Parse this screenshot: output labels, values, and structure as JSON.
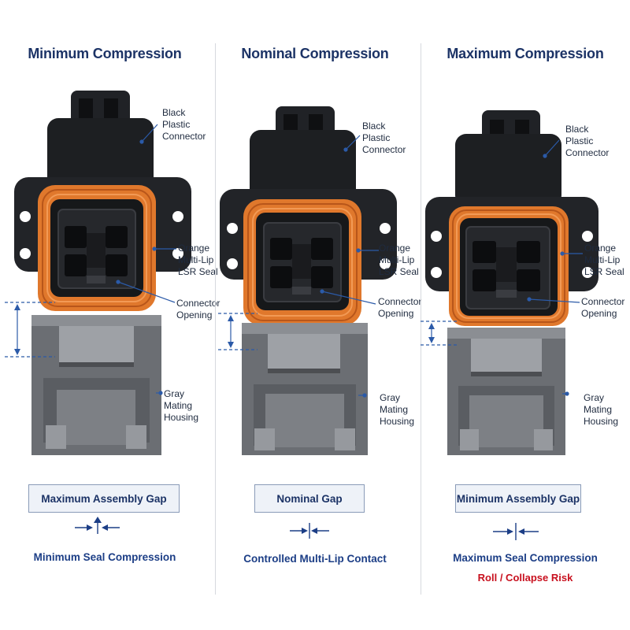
{
  "panels": [
    {
      "title": "Minimum Compression",
      "labels": {
        "connector": "Black Plastic Connector",
        "seal": "Orange Multi-Lip LSR Seal",
        "opening": "Connector Opening",
        "housing": "Gray Mating Housing"
      },
      "gap_box": "Maximum Assembly Gap",
      "caption": "Minimum Seal Compression",
      "warning": ""
    },
    {
      "title": "Nominal Compression",
      "labels": {
        "connector": "Black Plastic Connector",
        "seal": "Orange Multi-Lip LSR Seal",
        "opening": "Connector Opening",
        "housing": "Gray Mating Housing"
      },
      "gap_box": "Nominal Gap",
      "caption": "Controlled Multi-Lip Contact",
      "warning": ""
    },
    {
      "title": "Maximum Compression",
      "labels": {
        "connector": "Black Plastic Connector",
        "seal": "Orange Multi-Lip LSR Seal",
        "opening": "Connector Opening",
        "housing": "Gray Mating Housing"
      },
      "gap_box": "Minimum Assembly Gap",
      "caption": "Maximum Seal Compression",
      "warning": "Roll / Collapse Risk"
    }
  ],
  "colors": {
    "connector": "#1d1f22",
    "seal": "#e0782c",
    "housing": "#6b6e73",
    "title": "#1c3366",
    "warning": "#c8101e"
  }
}
